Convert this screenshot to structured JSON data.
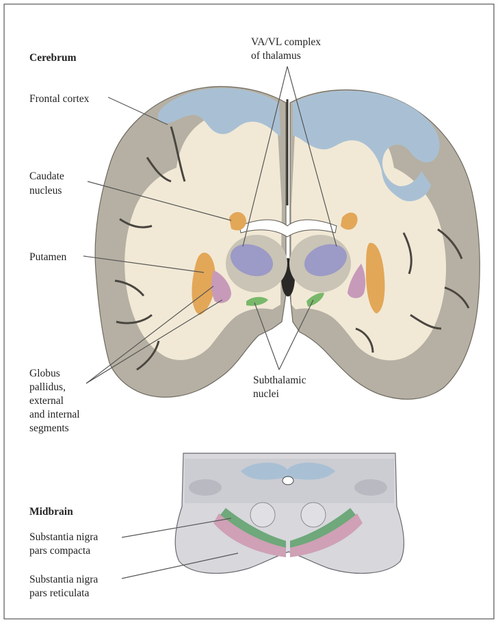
{
  "sections": {
    "cerebrum": "Cerebrum",
    "midbrain": "Midbrain"
  },
  "labels": {
    "va_vl": [
      "VA/VL complex",
      "of thalamus"
    ],
    "frontal_cortex": "Frontal cortex",
    "caudate": [
      "Caudate",
      "nucleus"
    ],
    "putamen": "Putamen",
    "globus": [
      "Globus",
      "pallidus,",
      "external",
      "and internal",
      "segments"
    ],
    "subthalamic": [
      "Subthalamic",
      "nuclei"
    ],
    "sn_compacta": [
      "Substantia nigra",
      "pars compacta"
    ],
    "sn_reticulata": [
      "Substantia nigra",
      "pars reticulata"
    ]
  },
  "colors": {
    "cortex_gray": "#b5b0a3",
    "white_matter": "#f1e9d6",
    "frontal_cortex_blue": "#a9c0d4",
    "caudate_putamen_orange": "#e3a758",
    "thalamus_purple": "#9c9ac6",
    "globus_pallidus_pink": "#c79ab9",
    "subthalamic_green": "#79b86a",
    "sn_compacta_green": "#6fa87a",
    "sn_reticulata_pink": "#cfa0b6",
    "midbrain_gray": "#d7d7dc"
  }
}
